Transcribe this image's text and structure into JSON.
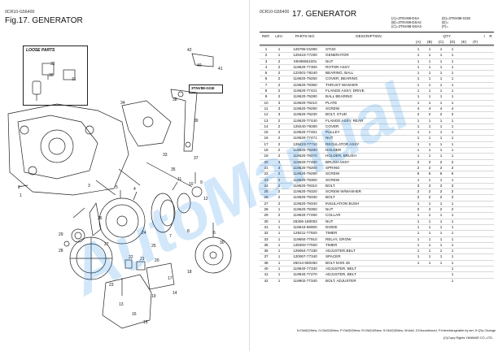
{
  "left": {
    "code": "0CR10-G56400",
    "title": "Fig.17.  GENERATOR",
    "loose_parts_label": "LOOSE PARTS",
    "applicable_label": "3TNV88-GGE",
    "callouts": [
      "32",
      "36",
      "31",
      "42",
      "40",
      "41",
      "38",
      "39",
      "37",
      "34",
      "33",
      "35",
      "5",
      "4",
      "3",
      "9",
      "10",
      "11",
      "12",
      "7",
      "26",
      "25",
      "24",
      "1",
      "2",
      "29",
      "28",
      "27",
      "21",
      "22",
      "23",
      "19",
      "20",
      "14",
      "15",
      "16",
      "13",
      "18",
      "17",
      "6",
      "8",
      "30"
    ]
  },
  "right": {
    "code": "0CR10-G56400",
    "title": "17.  GENERATOR",
    "variants": [
      {
        "key": "(A)=3TNV88-DSA",
        "value": ""
      },
      {
        "key": "(B)=3TNV88-DSA2",
        "value": ""
      },
      {
        "key": "(C)=3TNV88-DSA3",
        "value": ""
      },
      {
        "key": "(D)=3TNV88-GGE",
        "value": ""
      },
      {
        "key": "(E)=",
        "value": ""
      },
      {
        "key": "(F)=",
        "value": ""
      }
    ],
    "headers": {
      "ref": "REF.",
      "lev": "LEV.",
      "parts_no": "PARTS NO.",
      "description": "DESCRIPTION",
      "qty": "QTY",
      "i": "I",
      "r": "R",
      "cols": [
        "(A)",
        "(B)",
        "(C)",
        "(D)",
        "(E)",
        "(F)"
      ]
    },
    "rows": [
      {
        "ref": "1",
        "lev": "1",
        "no": "129795-01900",
        "desc": "STUD",
        "q": [
          "1",
          "1",
          "1",
          "1",
          "",
          ""
        ]
      },
      {
        "ref": "2",
        "lev": "1",
        "no": "129423-77200",
        "desc": "GENERATOR",
        "q": [
          "1",
          "1",
          "1",
          "1",
          "",
          ""
        ]
      },
      {
        "ref": "3",
        "lev": "2",
        "no": "X9496561001",
        "desc": "NUT",
        "q": [
          "1",
          "1",
          "1",
          "1",
          "",
          ""
        ]
      },
      {
        "ref": "4",
        "lev": "2",
        "no": "119620-77300",
        "desc": "ROTOR ASSY",
        "q": [
          "1",
          "1",
          "1",
          "1",
          "",
          ""
        ]
      },
      {
        "ref": "5",
        "lev": "2",
        "no": "122001-79240",
        "desc": "BEARING, BALL",
        "q": [
          "1",
          "1",
          "1",
          "1",
          "",
          ""
        ]
      },
      {
        "ref": "6",
        "lev": "2",
        "no": "119620-79250",
        "desc": "COVER, BEARING",
        "q": [
          "1",
          "1",
          "1",
          "1",
          "",
          ""
        ]
      },
      {
        "ref": "7",
        "lev": "2",
        "no": "119620-79360",
        "desc": "THRUST WASHER",
        "q": [
          "1",
          "1",
          "1",
          "1",
          "",
          ""
        ]
      },
      {
        "ref": "8",
        "lev": "2",
        "no": "119620-77421",
        "desc": "FLANGE ASSY, DRIVE",
        "q": [
          "1",
          "1",
          "1",
          "1",
          "",
          ""
        ]
      },
      {
        "ref": "9",
        "lev": "2",
        "no": "119620-79280",
        "desc": "BALL BEARING",
        "q": [
          "1",
          "1",
          "1",
          "1",
          "",
          ""
        ]
      },
      {
        "ref": "10",
        "lev": "3",
        "no": "119620-79210",
        "desc": "PLATE",
        "q": [
          "1",
          "1",
          "1",
          "1",
          "",
          ""
        ]
      },
      {
        "ref": "11",
        "lev": "3",
        "no": "119620-79290",
        "desc": "SCREW",
        "q": [
          "4",
          "4",
          "4",
          "4",
          "",
          ""
        ]
      },
      {
        "ref": "12",
        "lev": "3",
        "no": "119620-79230",
        "desc": "BOLT, STUD",
        "q": [
          "2",
          "2",
          "2",
          "2",
          "",
          ""
        ]
      },
      {
        "ref": "13",
        "lev": "2",
        "no": "119620-77440",
        "desc": "FLANGE ASSY, REAR",
        "q": [
          "1",
          "1",
          "1",
          "1",
          "",
          ""
        ]
      },
      {
        "ref": "14",
        "lev": "2",
        "no": "129240-79300",
        "desc": "COVER",
        "q": [
          "1",
          "1",
          "1",
          "1",
          "",
          ""
        ]
      },
      {
        "ref": "15",
        "lev": "2",
        "no": "119620-77461",
        "desc": "PULLEY",
        "q": [
          "1",
          "1",
          "1",
          "1",
          "",
          ""
        ]
      },
      {
        "ref": "16",
        "lev": "2",
        "no": "119620-77471",
        "desc": "NUT",
        "q": [
          "1",
          "1",
          "1",
          "1",
          "",
          ""
        ]
      },
      {
        "ref": "17",
        "lev": "2",
        "no": "129423-77710",
        "desc": "REGULATOR ASSY",
        "q": [
          "1",
          "1",
          "1",
          "1",
          "",
          ""
        ]
      },
      {
        "ref": "18",
        "lev": "2",
        "no": "119620-79280",
        "desc": "HOLDER",
        "q": [
          "1",
          "1",
          "1",
          "1",
          "",
          ""
        ]
      },
      {
        "ref": "19",
        "lev": "2",
        "no": "119620-79270",
        "desc": "HOLDER, BRUSH",
        "q": [
          "1",
          "1",
          "1",
          "1",
          "",
          ""
        ]
      },
      {
        "ref": "20",
        "lev": "3",
        "no": "119620-77480",
        "desc": "BRUSH ASSY",
        "q": [
          "2",
          "2",
          "2",
          "2",
          "",
          ""
        ]
      },
      {
        "ref": "21",
        "lev": "3",
        "no": "119620-79200",
        "desc": "SPRING",
        "q": [
          "2",
          "2",
          "2",
          "2",
          "",
          ""
        ]
      },
      {
        "ref": "22",
        "lev": "2",
        "no": "119620-79290",
        "desc": "SCREW",
        "q": [
          "6",
          "6",
          "6",
          "6",
          "",
          ""
        ]
      },
      {
        "ref": "23",
        "lev": "2",
        "no": "119620-79300",
        "desc": "SCREW",
        "q": [
          "1",
          "1",
          "1",
          "1",
          "",
          ""
        ]
      },
      {
        "ref": "24",
        "lev": "2",
        "no": "119620-79310",
        "desc": "BOLT",
        "q": [
          "3",
          "3",
          "3",
          "3",
          "",
          ""
        ]
      },
      {
        "ref": "25",
        "lev": "2",
        "no": "119620-79320",
        "desc": "SCREW W/WASHER",
        "q": [
          "2",
          "2",
          "2",
          "2",
          "",
          ""
        ]
      },
      {
        "ref": "26",
        "lev": "2",
        "no": "119620-79330",
        "desc": "BOLT",
        "q": [
          "2",
          "2",
          "2",
          "2",
          "",
          ""
        ]
      },
      {
        "ref": "27",
        "lev": "2",
        "no": "119620-79340",
        "desc": "INSULATION BUSH",
        "q": [
          "1",
          "1",
          "1",
          "1",
          "",
          ""
        ]
      },
      {
        "ref": "28",
        "lev": "1",
        "no": "119620-79350",
        "desc": "NUT",
        "q": [
          "2",
          "2",
          "2",
          "2",
          "",
          ""
        ]
      },
      {
        "ref": "29",
        "lev": "2",
        "no": "119620-77490",
        "desc": "COLLAR",
        "q": [
          "1",
          "1",
          "1",
          "1",
          "",
          ""
        ]
      },
      {
        "ref": "30",
        "lev": "1",
        "no": "26306-180002",
        "desc": "NUT",
        "q": [
          "1",
          "1",
          "1",
          "1",
          "",
          ""
        ]
      },
      {
        "ref": "31",
        "lev": "1",
        "no": "119643-66900",
        "desc": "DIODE",
        "q": [
          "1",
          "1",
          "1",
          "1",
          "",
          ""
        ]
      },
      {
        "ref": "32",
        "lev": "1",
        "no": "129211-77920",
        "desc": "TIMER",
        "q": [
          "1",
          "1",
          "1",
          "1",
          "",
          ""
        ]
      },
      {
        "ref": "33",
        "lev": "1",
        "no": "119650-77910",
        "desc": "RELAY, GROW",
        "q": [
          "1",
          "1",
          "1",
          "1",
          "",
          ""
        ]
      },
      {
        "ref": "35",
        "lev": "1",
        "no": "128300-77920",
        "desc": "TIMER",
        "q": [
          "1",
          "1",
          "1",
          "1",
          "",
          ""
        ]
      },
      {
        "ref": "36",
        "lev": "1",
        "no": "129064-77330",
        "desc": "ADJUSTER,BELT",
        "q": [
          "1",
          "1",
          "1",
          "1",
          "",
          ""
        ]
      },
      {
        "ref": "37",
        "lev": "1",
        "no": "120067-77340",
        "desc": "SPACER",
        "q": [
          "1",
          "1",
          "1",
          "1",
          "",
          ""
        ]
      },
      {
        "ref": "38",
        "lev": "1",
        "no": "26014-080450",
        "desc": "BOLT M:8X 45",
        "q": [
          "1",
          "1",
          "1",
          "1",
          "",
          ""
        ]
      },
      {
        "ref": "40",
        "lev": "1",
        "no": "119940-77330",
        "desc": "ADJUSTER, BELT",
        "q": [
          "",
          "",
          "",
          "1",
          "",
          ""
        ]
      },
      {
        "ref": "41",
        "lev": "1",
        "no": "119940-77270",
        "desc": "ADJUSTER, BELT",
        "q": [
          "",
          "",
          "",
          "1",
          "",
          ""
        ]
      },
      {
        "ref": "42",
        "lev": "1",
        "no": "119902-77340",
        "desc": "BOLT, ADJUSTER",
        "q": [
          "",
          "",
          "",
          "1",
          "",
          ""
        ]
      }
    ],
    "footer_legend": "N:Old◎◎New, O:Old◎◎New, P:Old◎◎New, R:Old◎◎New, S:Old◎◎New, W:Add, Z:Discontinued, F:Interchangeable by set, K:Q'ty Change",
    "copyright": "(C)Copy Rights YANMAR CO.,LTD."
  },
  "watermark": "AutoManual",
  "colors": {
    "watermark": "#1e8ce6",
    "ink": "#111111"
  }
}
